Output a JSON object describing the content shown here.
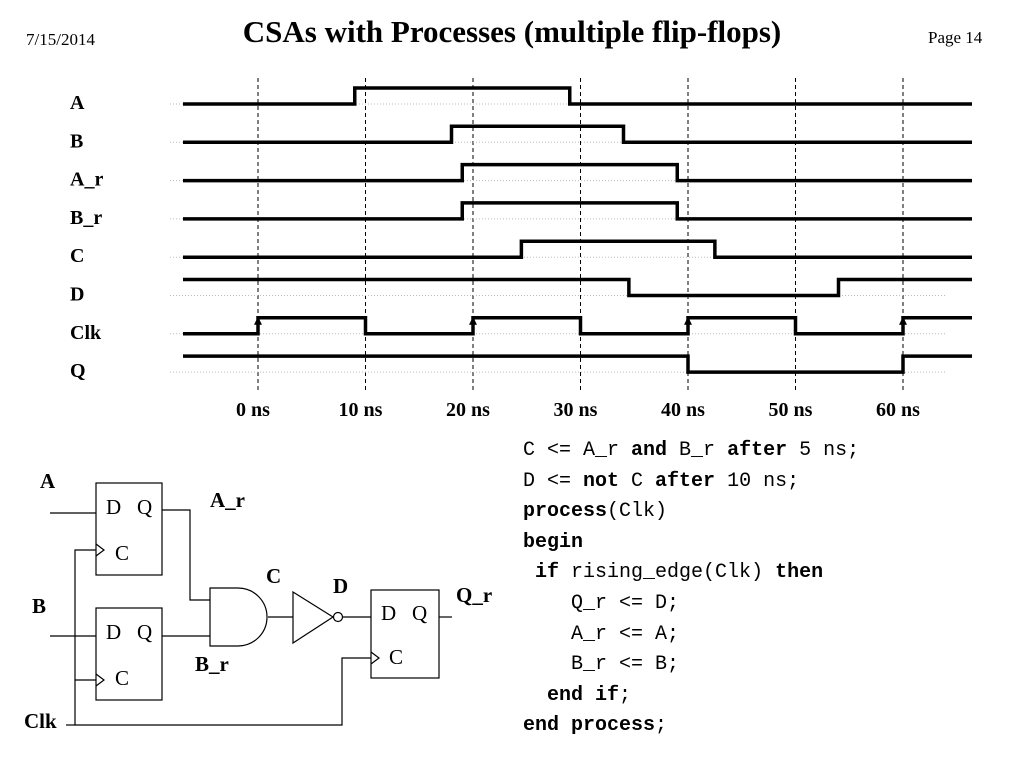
{
  "header": {
    "date": "7/15/2014",
    "title": "CSAs with Processes (multiple flip-flops)",
    "page": "Page 14"
  },
  "timing": {
    "time_labels": [
      "0 ns",
      "10 ns",
      "20 ns",
      "30 ns",
      "40 ns",
      "50 ns",
      "60 ns"
    ],
    "time_values_ns": [
      0,
      10,
      20,
      30,
      40,
      50,
      60
    ],
    "signals": [
      {
        "name": "A",
        "initial": 0,
        "transitions_ns": [
          9,
          29
        ]
      },
      {
        "name": "B",
        "initial": 0,
        "transitions_ns": [
          18,
          34
        ]
      },
      {
        "name": "A_r",
        "initial": 0,
        "transitions_ns": [
          19,
          39
        ]
      },
      {
        "name": "B_r",
        "initial": 0,
        "transitions_ns": [
          19,
          39
        ]
      },
      {
        "name": "C",
        "initial": 0,
        "transitions_ns": [
          24.5,
          42.5
        ]
      },
      {
        "name": "D",
        "initial": 1,
        "transitions_ns": [
          34.5,
          54
        ]
      },
      {
        "name": "Clk",
        "initial": 0,
        "transitions_ns": [
          0,
          10,
          20,
          30,
          40,
          50,
          60
        ],
        "clock": true
      },
      {
        "name": "Q",
        "initial": 1,
        "transitions_ns": [
          40,
          60
        ]
      }
    ]
  },
  "circuit": {
    "inputs": [
      "A",
      "B",
      "Clk"
    ],
    "flipflop_pins": {
      "d": "D",
      "q": "Q",
      "c": "C"
    },
    "wire_labels": {
      "a_r": "A_r",
      "b_r": "B_r",
      "c": "C",
      "d": "D",
      "q_r": "Q_r"
    }
  },
  "code": {
    "lines": [
      [
        {
          "t": "C <= A_r "
        },
        {
          "t": "and",
          "kw": true
        },
        {
          "t": " B_r "
        },
        {
          "t": "after",
          "kw": true
        },
        {
          "t": " 5 ns;"
        }
      ],
      [
        {
          "t": "D <= "
        },
        {
          "t": "not",
          "kw": true
        },
        {
          "t": " C "
        },
        {
          "t": "after",
          "kw": true
        },
        {
          "t": " 10 ns;"
        }
      ],
      [
        {
          "t": "process",
          "kw": true
        },
        {
          "t": "(Clk)"
        }
      ],
      [
        {
          "t": "begin",
          "kw": true
        }
      ],
      [
        {
          "t": " "
        },
        {
          "t": "if",
          "kw": true
        },
        {
          "t": " rising_edge(Clk) "
        },
        {
          "t": "then",
          "kw": true
        }
      ],
      [
        {
          "t": "    Q_r <= D;"
        }
      ],
      [
        {
          "t": "    A_r <= A;"
        }
      ],
      [
        {
          "t": "    B_r <= B;"
        }
      ],
      [
        {
          "t": "  "
        },
        {
          "t": "end if",
          "kw": true
        },
        {
          "t": ";"
        }
      ],
      [
        {
          "t": "end process",
          "kw": true
        },
        {
          "t": ";"
        }
      ]
    ]
  }
}
